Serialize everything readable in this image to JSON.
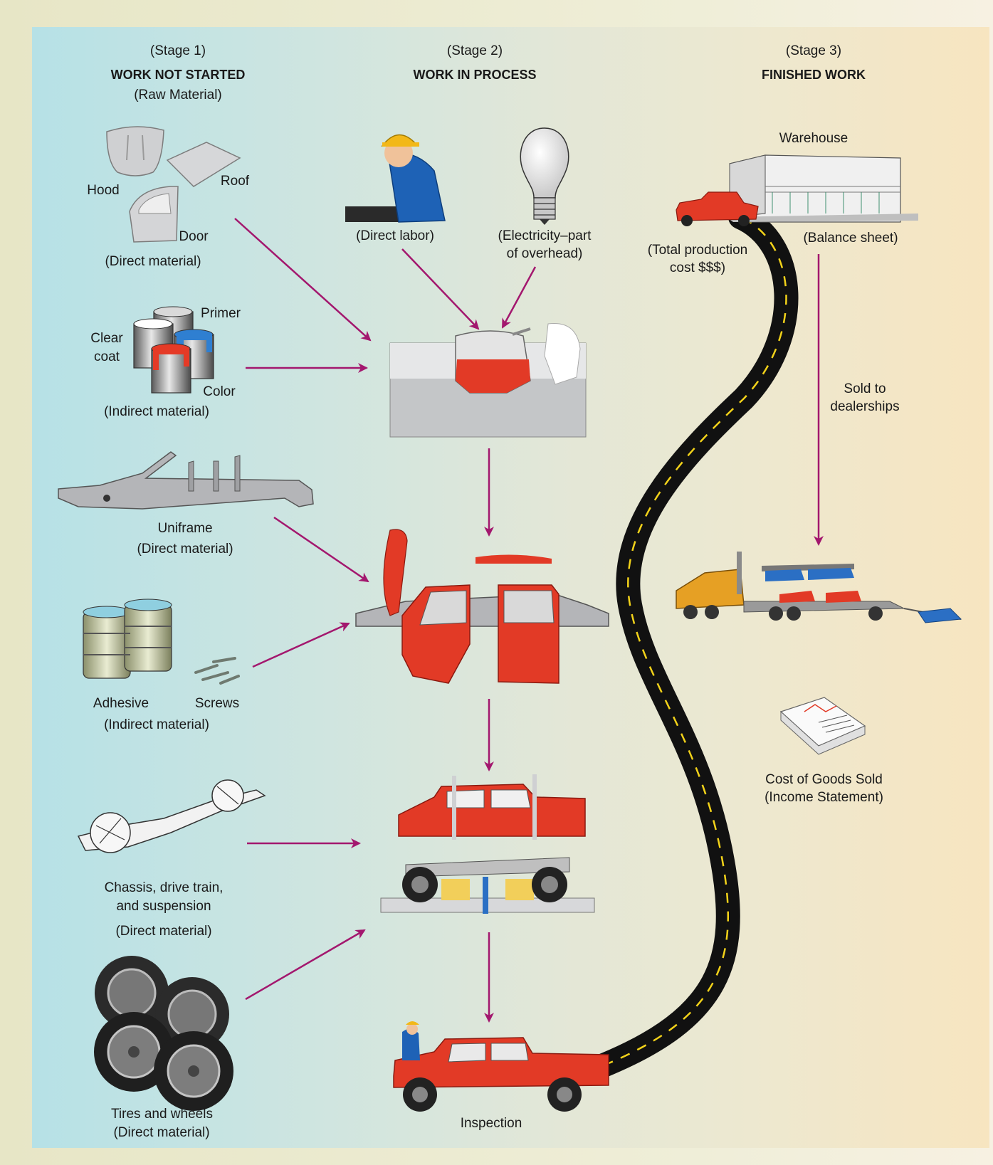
{
  "stages": [
    {
      "stage": "(Stage 1)",
      "title": "WORK NOT STARTED",
      "subtitle": "(Raw Material)"
    },
    {
      "stage": "(Stage 2)",
      "title": "WORK IN PROCESS",
      "subtitle": ""
    },
    {
      "stage": "(Stage 3)",
      "title": "FINISHED WORK",
      "subtitle": ""
    }
  ],
  "raw_materials": {
    "hood": "Hood",
    "roof": "Roof",
    "door": "Door",
    "body_panels_type": "(Direct material)",
    "primer": "Primer",
    "clear_coat_1": "Clear",
    "clear_coat_2": "coat",
    "color": "Color",
    "paint_type": "(Indirect material)",
    "uniframe": "Uniframe",
    "uniframe_type": "(Direct material)",
    "adhesive": "Adhesive",
    "screws": "Screws",
    "fasteners_type": "(Indirect material)",
    "chassis_1": "Chassis, drive train,",
    "chassis_2": "and suspension",
    "chassis_type": "(Direct material)",
    "tires": "Tires and wheels",
    "tires_type": "(Direct material)"
  },
  "work_in_process": {
    "direct_labor": "(Direct labor)",
    "electricity_1": "(Electricity–part",
    "electricity_2": "of overhead)",
    "inspection": "Inspection"
  },
  "finished": {
    "warehouse": "Warehouse",
    "production_cost_1": "(Total production",
    "production_cost_2": "cost $$$)",
    "balance_sheet": "(Balance sheet)",
    "sold_1": "Sold to",
    "sold_2": "dealerships",
    "cogs_1": "Cost of Goods Sold",
    "cogs_2": "(Income Statement)"
  },
  "colors": {
    "arrow": "#a3176e",
    "truck_red": "#e03a26",
    "truck_blue": "#2b6fc4",
    "road": "#111111",
    "road_line": "#f2d21a",
    "rig_orange": "#e6a024"
  }
}
